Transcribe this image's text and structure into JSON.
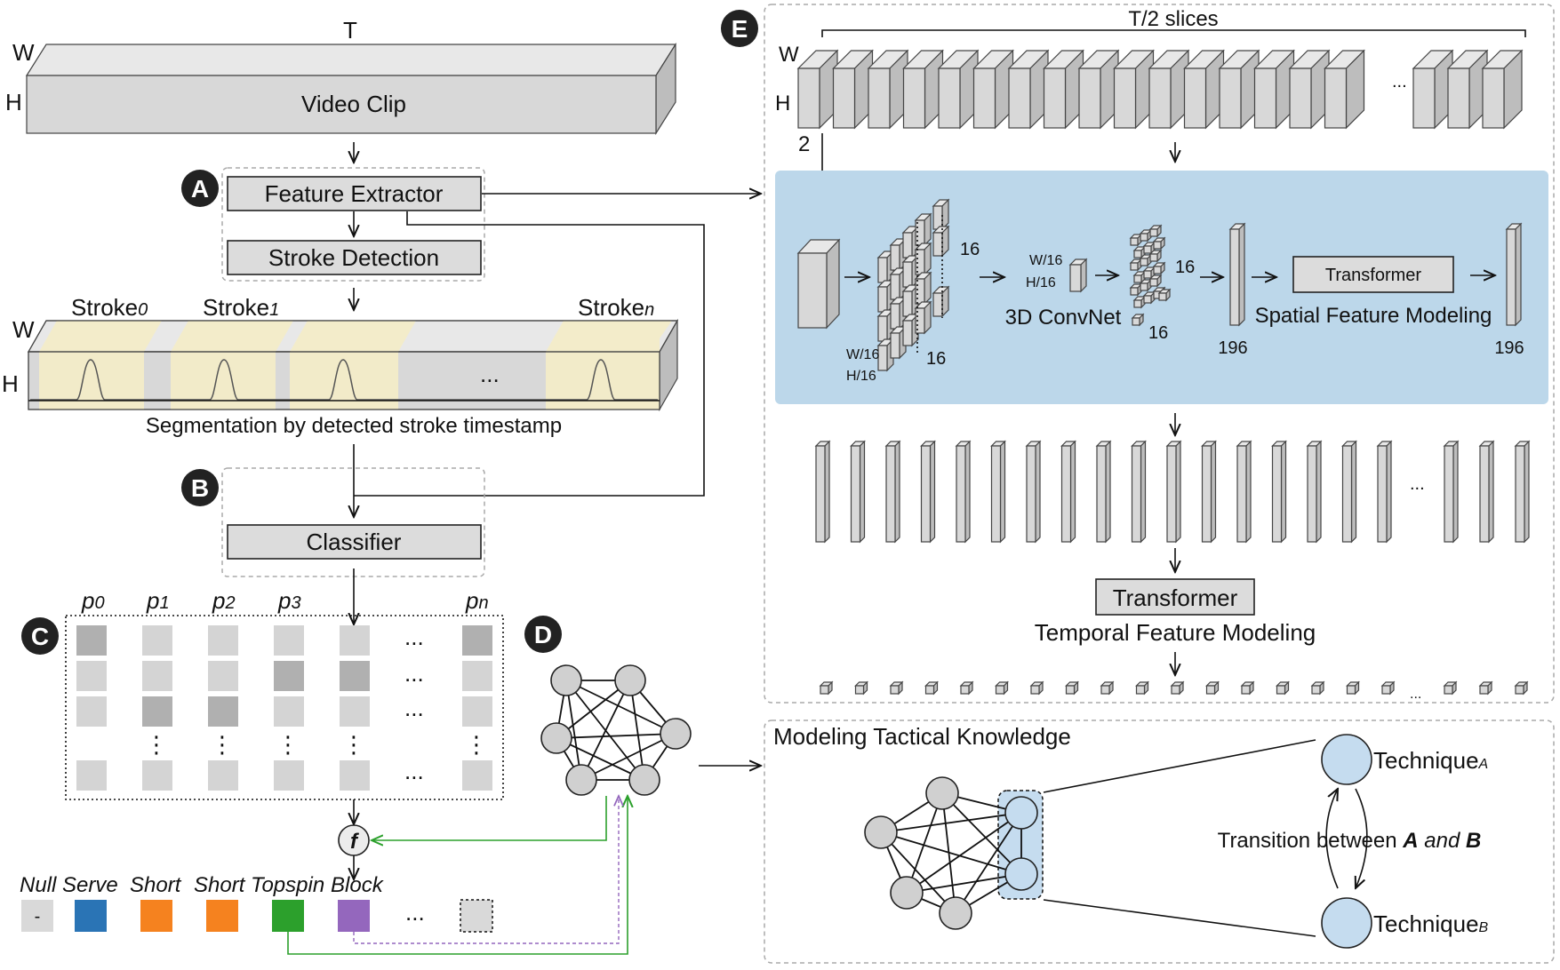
{
  "video": {
    "dims": {
      "w": "W",
      "t": "T",
      "h": "H"
    },
    "label": "Video Clip"
  },
  "badges": {
    "a": "A",
    "b": "B",
    "c": "C",
    "d": "D",
    "e": "E"
  },
  "pipeline": {
    "feature_extractor": "Feature Extractor",
    "stroke_detection": "Stroke Detection",
    "classifier": "Classifier"
  },
  "segmentation": {
    "dims": {
      "w": "W",
      "h": "H"
    },
    "strokes": [
      {
        "base": "Stroke",
        "sub": "0"
      },
      {
        "base": "Stroke",
        "sub": "1"
      },
      {
        "base": "Stroke",
        "sub": "n"
      }
    ],
    "ellipsis": "...",
    "caption": "Segmentation by detected stroke timestamp"
  },
  "probability_matrix": {
    "columns": [
      {
        "base": "p",
        "sub": "0"
      },
      {
        "base": "p",
        "sub": "1"
      },
      {
        "base": "p",
        "sub": "2"
      },
      {
        "base": "p",
        "sub": "3"
      },
      {
        "base": "p",
        "sub": "n"
      }
    ],
    "ellipsis": "...",
    "vdots": "⋮",
    "cell_shades": [
      [
        "#b0b0b0",
        "#d4d4d4",
        "#d4d4d4",
        "#d4d4d4",
        "#d4d4d4",
        "#b0b0b0"
      ],
      [
        "#d4d4d4",
        "#d4d4d4",
        "#d4d4d4",
        "#b0b0b0",
        "#b0b0b0",
        "#d4d4d4"
      ],
      [
        "#d4d4d4",
        "#b0b0b0",
        "#b0b0b0",
        "#d4d4d4",
        "#d4d4d4",
        "#d4d4d4"
      ],
      [
        "#d4d4d4",
        "#d4d4d4",
        "#d4d4d4",
        "#d4d4d4",
        "#d4d4d4",
        "#d4d4d4"
      ]
    ]
  },
  "fusion_symbol": "f",
  "legend": {
    "items": [
      {
        "label": "Null",
        "swatch_text": "-",
        "color": "#d9d9d9"
      },
      {
        "label": "Serve",
        "swatch_text": "",
        "color": "#2a74b5"
      },
      {
        "label": "Short",
        "swatch_text": "",
        "color": "#f5821f"
      },
      {
        "label": "Short",
        "swatch_text": "",
        "color": "#f5821f"
      },
      {
        "label": "Topspin",
        "swatch_text": "",
        "color": "#2ca02c"
      },
      {
        "label": "Block",
        "swatch_text": "",
        "color": "#9467bd"
      }
    ],
    "ellipsis": "..."
  },
  "panel_e": {
    "slices_label": "T/2 slices",
    "dims": {
      "w": "W",
      "h": "H"
    },
    "slice_depth": "2",
    "ellipsis": "...",
    "convnet": {
      "w16": "W/16",
      "h16": "H/16",
      "n16": "16",
      "label": "3D ConvNet"
    },
    "spatial": {
      "dim": "196",
      "transformer": "Transformer",
      "label": "Spatial Feature Modeling"
    },
    "temporal": {
      "transformer": "Transformer",
      "label": "Temporal Feature Modeling"
    },
    "colors": {
      "blue_panel": "#bcd7ea"
    }
  },
  "tactical": {
    "title": "Modeling Tactical Knowledge",
    "technique_a": {
      "base": "Technique",
      "sub": "A"
    },
    "technique_b": {
      "base": "Technique",
      "sub": "B"
    },
    "transition_prefix": "Transition between ",
    "transition_a": "A",
    "transition_and": " and ",
    "transition_b": "B",
    "node_color": "#c5dcef"
  },
  "colors": {
    "green_arrow": "#2ca02c",
    "purple_arrow": "#9467bd"
  }
}
